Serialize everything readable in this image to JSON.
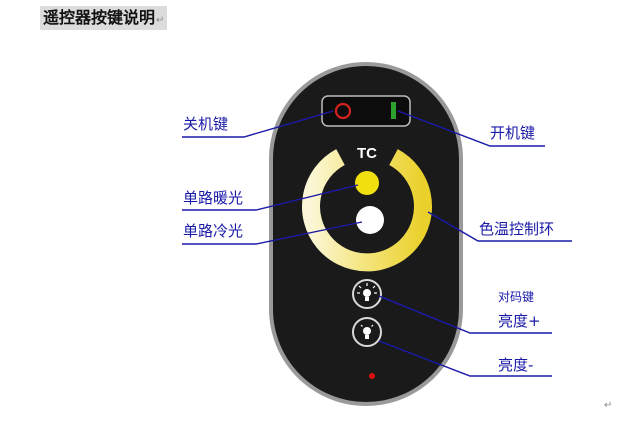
{
  "heading": "遥控器按键说明",
  "paragraph_mark": "↵",
  "remote": {
    "brand": "TC"
  },
  "labels": {
    "power_off": "关机键",
    "power_on": "开机键",
    "warm_light": "单路暖光",
    "cool_light": "单路冷光",
    "color_temp_ring": "色温控制环",
    "pairing_key": "对码键",
    "brightness_up": "亮度+",
    "brightness_down": "亮度-"
  },
  "colors": {
    "remote_body": "#1a1a1a",
    "label_text": "#1a1aa8",
    "power_off_icon": "#d22222",
    "power_on_icon": "#2ea02e",
    "warm_button": "#f2df0f",
    "cool_button": "#ffffff",
    "indicator_led": "#e01010"
  },
  "icons": {
    "power_off": "power-off-icon",
    "power_on": "power-on-icon",
    "brightness_up": "bulb-bright-icon",
    "brightness_down": "bulb-dim-icon"
  }
}
